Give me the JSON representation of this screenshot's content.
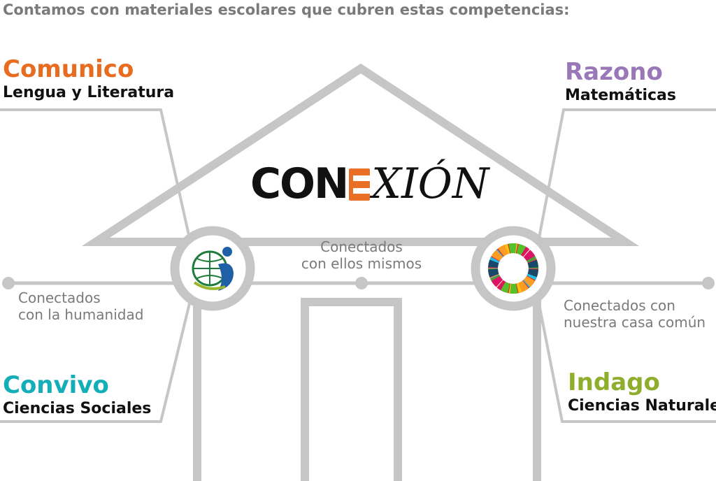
{
  "header": "Contamos con materiales escolares que cubren estas competencias:",
  "brand": {
    "part1": "CON",
    "part2": "XIÓN"
  },
  "colors": {
    "comunico": "#e86c1f",
    "razono": "#9a78b8",
    "convivo": "#13aeb7",
    "indago": "#8fae2e",
    "line": "#c6c6c6",
    "text_grey": "#7a7a7a"
  },
  "competencias": {
    "comunico": {
      "title": "Comunico",
      "subject": "Lengua y Literatura"
    },
    "razono": {
      "title": "Razono",
      "subject": "Matemáticas"
    },
    "convivo": {
      "title": "Convivo",
      "subject": "Ciencias Sociales"
    },
    "indago": {
      "title": "Indago",
      "subject": "Ciencias Naturales"
    }
  },
  "conectados": {
    "mismos": [
      "Conectados",
      "con ellos mismos"
    ],
    "humanidad": [
      "Conectados",
      "con la humanidad"
    ],
    "casa": [
      "Conectados con",
      "nuestra casa común"
    ]
  },
  "icons": {
    "left_circle": "globe-person-logo-icon",
    "right_circle": "sdg-color-wheel-icon"
  }
}
